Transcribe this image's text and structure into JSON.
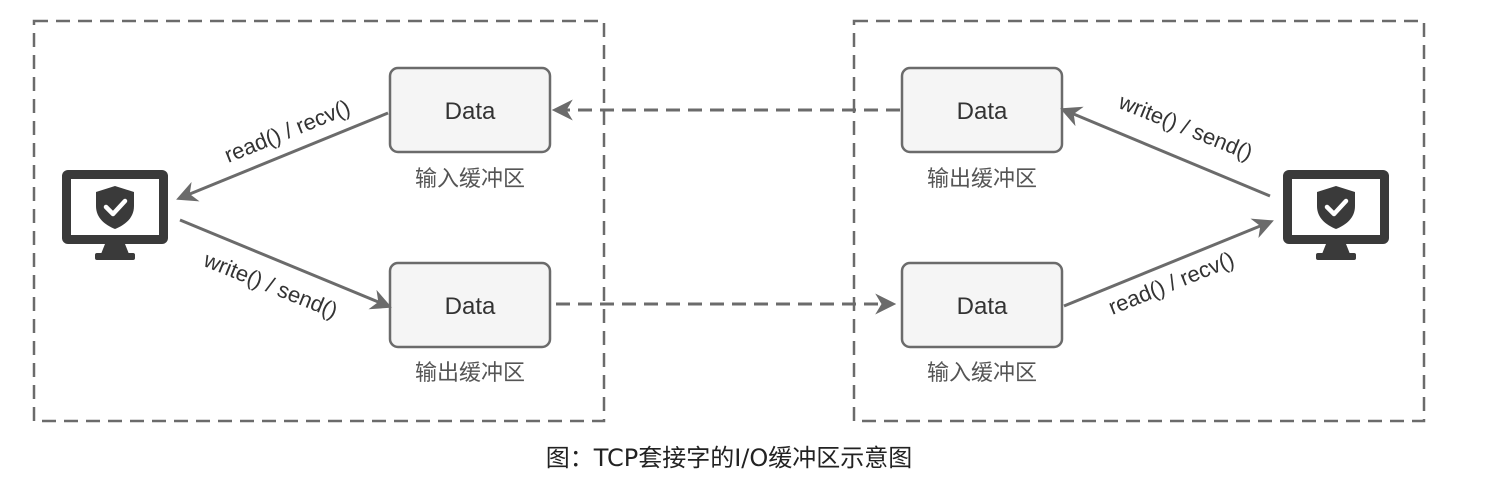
{
  "caption": "图：TCP套接字的I/O缓冲区示意图",
  "left_host": {
    "input_buffer": {
      "data_label": "Data",
      "name": "输入缓冲区"
    },
    "output_buffer": {
      "data_label": "Data",
      "name": "输出缓冲区"
    },
    "read_label": "read() / recv()",
    "write_label": "write() / send()",
    "icon": "monitor-shield-icon"
  },
  "right_host": {
    "output_buffer": {
      "data_label": "Data",
      "name": "输出缓冲区"
    },
    "input_buffer": {
      "data_label": "Data",
      "name": "输入缓冲区"
    },
    "write_label": "write() / send()",
    "read_label": "read() / recv()",
    "icon": "monitor-shield-icon"
  },
  "colors": {
    "stroke": "#6b6b6b",
    "box_fill": "#f5f5f5",
    "monitor": "#3a3a3a"
  }
}
